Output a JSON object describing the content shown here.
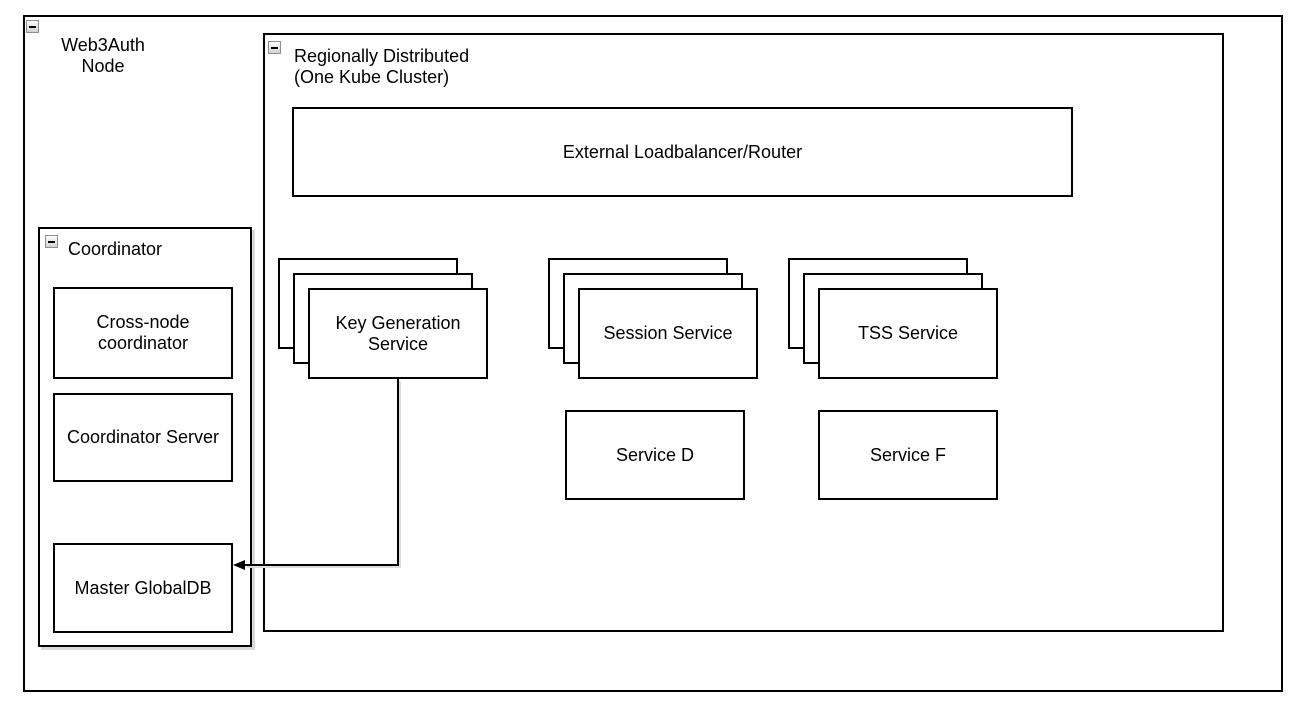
{
  "colors": {
    "line": "#000000",
    "background": "#ffffff",
    "collapse_button_face": "#e0e0e0",
    "shadow": "#d9d9d9"
  },
  "outer_container": {
    "title": "Web3Auth\nNode",
    "collapse_icon": "minus"
  },
  "region_container": {
    "title": "Regionally Distributed\n (One Kube Cluster)",
    "collapse_icon": "minus"
  },
  "loadbalancer": {
    "label": "External Loadbalancer/Router"
  },
  "coordinator_container": {
    "title": "Coordinator",
    "collapse_icon": "minus",
    "boxes": [
      {
        "label": "Cross-node\ncoordinator"
      },
      {
        "label": "Coordinator Server"
      },
      {
        "label": "Master GlobalDB"
      }
    ]
  },
  "service_stacks": [
    {
      "label": "Key Generation\nService",
      "replicas": 3
    },
    {
      "label": "Session Service",
      "replicas": 3
    },
    {
      "label": "TSS Service",
      "replicas": 3
    }
  ],
  "services": [
    {
      "label": "Service D"
    },
    {
      "label": "Service F"
    }
  ],
  "connector": {
    "from": "Key Generation Service",
    "to": "Master GlobalDB",
    "style": "arrow-left"
  }
}
